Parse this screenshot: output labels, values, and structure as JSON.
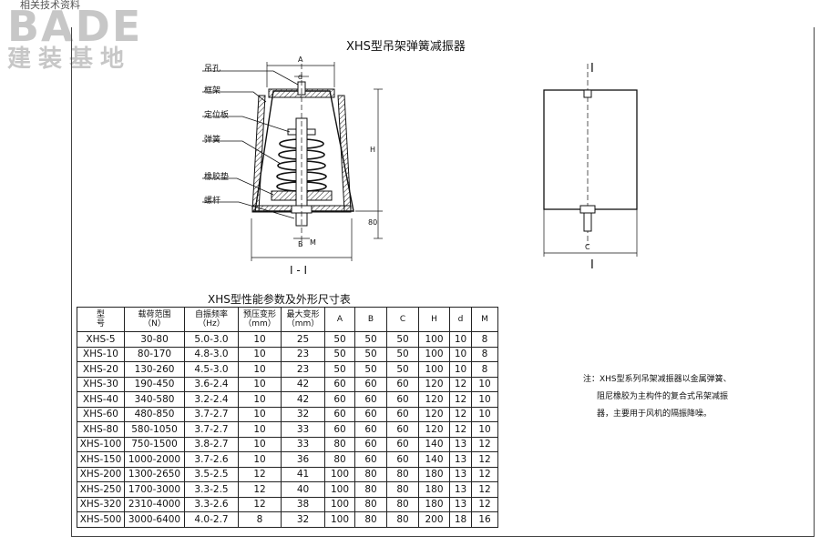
{
  "logo": {
    "small_text": "相关技术资料",
    "brand": "BADE",
    "brand_cn": "建装基地"
  },
  "title": "XHS型吊架弹簧减振器",
  "diagram": {
    "callouts": [
      "吊孔",
      "框架",
      "定位板",
      "弹簧",
      "橡胶垫",
      "螺杆"
    ],
    "dim_labels": {
      "A": "A",
      "d": "d",
      "H": "H",
      "h80": "80",
      "B": "B",
      "M": "M",
      "C": "C"
    },
    "section_label": "I - I",
    "side_label_top": "I",
    "side_label_bottom": "I"
  },
  "table": {
    "title": "XHS型性能参数及外形尺寸表",
    "headers": [
      [
        "型",
        "号"
      ],
      [
        "载荷范围",
        "（N）"
      ],
      [
        "自振频率",
        "（Hz）"
      ],
      [
        "预压变形",
        "（mm）"
      ],
      [
        "最大变形",
        "（mm）"
      ],
      [
        "A"
      ],
      [
        "B"
      ],
      [
        "C"
      ],
      [
        "H"
      ],
      [
        "d"
      ],
      [
        "M"
      ]
    ],
    "rows": [
      [
        "XHS-5",
        "30-80",
        "5.0-3.0",
        "10",
        "25",
        "50",
        "50",
        "50",
        "100",
        "10",
        "8"
      ],
      [
        "XHS-10",
        "80-170",
        "4.8-3.0",
        "10",
        "23",
        "50",
        "50",
        "50",
        "100",
        "10",
        "8"
      ],
      [
        "XHS-20",
        "130-260",
        "4.5-3.0",
        "10",
        "23",
        "50",
        "50",
        "50",
        "100",
        "10",
        "8"
      ],
      [
        "XHS-30",
        "190-450",
        "3.6-2.4",
        "10",
        "42",
        "60",
        "60",
        "60",
        "120",
        "12",
        "10"
      ],
      [
        "XHS-40",
        "340-580",
        "3.2-2.4",
        "10",
        "42",
        "60",
        "60",
        "60",
        "120",
        "12",
        "10"
      ],
      [
        "XHS-60",
        "480-850",
        "3.7-2.7",
        "10",
        "32",
        "60",
        "60",
        "60",
        "120",
        "12",
        "10"
      ],
      [
        "XHS-80",
        "580-1050",
        "3.7-2.7",
        "10",
        "33",
        "60",
        "60",
        "60",
        "120",
        "12",
        "10"
      ],
      [
        "XHS-100",
        "750-1500",
        "3.8-2.7",
        "10",
        "33",
        "80",
        "60",
        "60",
        "140",
        "13",
        "12"
      ],
      [
        "XHS-150",
        "1000-2000",
        "3.7-2.6",
        "10",
        "36",
        "80",
        "60",
        "60",
        "140",
        "13",
        "12"
      ],
      [
        "XHS-200",
        "1300-2650",
        "3.5-2.5",
        "12",
        "41",
        "100",
        "80",
        "80",
        "180",
        "13",
        "12"
      ],
      [
        "XHS-250",
        "1700-3000",
        "3.3-2.5",
        "12",
        "40",
        "100",
        "80",
        "80",
        "180",
        "13",
        "12"
      ],
      [
        "XHS-320",
        "2310-4000",
        "3.3-2.6",
        "12",
        "38",
        "100",
        "80",
        "80",
        "180",
        "13",
        "12"
      ],
      [
        "XHS-500",
        "3000-6400",
        "4.0-2.7",
        "8",
        "32",
        "100",
        "80",
        "80",
        "200",
        "18",
        "16"
      ]
    ]
  },
  "note": {
    "line1": "注：XHS型系列吊架减振器以金属弹簧、",
    "line2": "阻尼橡胶为主构件的复合式吊架减振",
    "line3": "器，主要用于风机的隔振降噪。"
  }
}
